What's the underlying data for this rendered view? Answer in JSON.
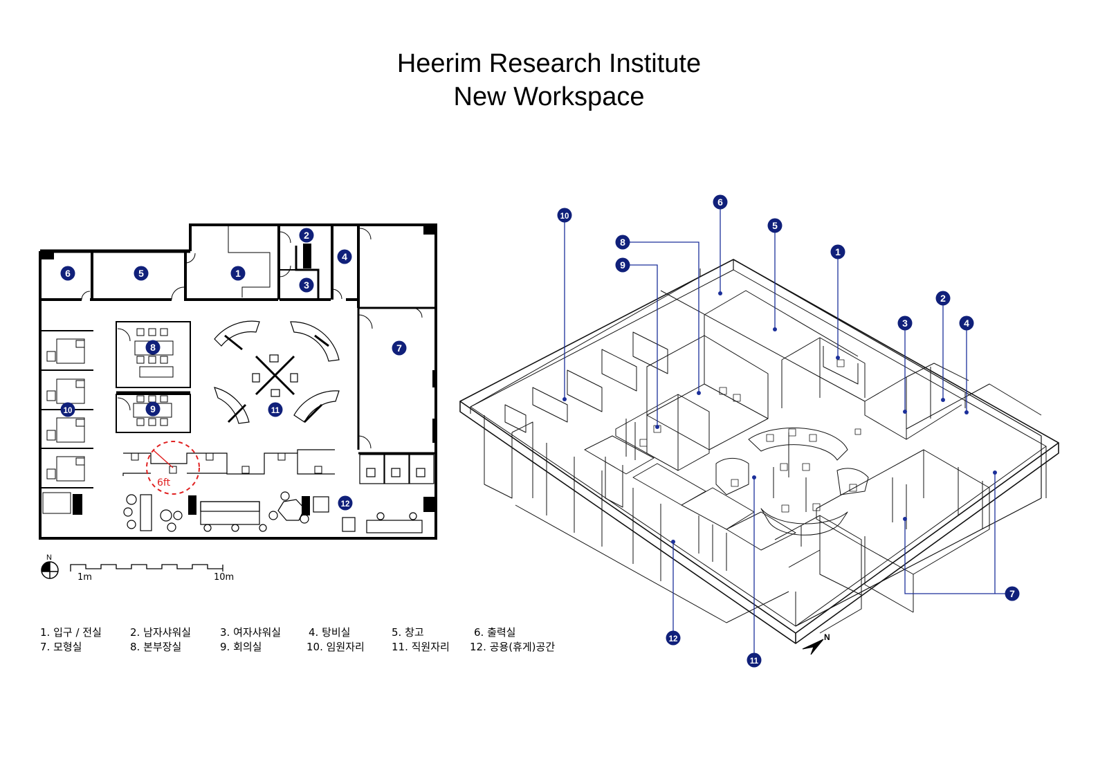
{
  "title": {
    "line1": "Heerim Research Institute",
    "line2": "New Workspace"
  },
  "colors": {
    "badge": "#10207a",
    "leader": "#1b2f9a",
    "marker": "#e02020",
    "wall": "#000000",
    "line": "#222222"
  },
  "plan": {
    "marker_label": "6ft",
    "north_label": "N",
    "scale_start": "1m",
    "scale_end": "10m",
    "rooms": [
      {
        "num": "1"
      },
      {
        "num": "2"
      },
      {
        "num": "3"
      },
      {
        "num": "4"
      },
      {
        "num": "5"
      },
      {
        "num": "6"
      },
      {
        "num": "7"
      },
      {
        "num": "8"
      },
      {
        "num": "9"
      },
      {
        "num": "10"
      },
      {
        "num": "11"
      },
      {
        "num": "12"
      }
    ]
  },
  "iso": {
    "north_label": "N"
  },
  "legend": [
    "1. 입구 / 전실",
    "2. 남자샤워실",
    "3. 여자샤워실",
    "4. 탕비실",
    "5. 창고",
    "6. 출력실",
    "7. 모형실",
    "8. 본부장실",
    "9. 회의실",
    "10. 임원자리",
    "11. 직원자리",
    "12. 공용(휴게)공간"
  ]
}
